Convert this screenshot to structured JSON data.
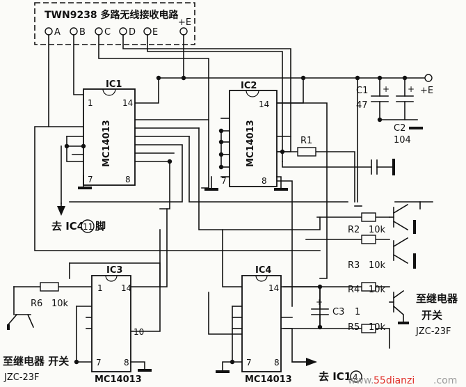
{
  "module": {
    "title": "TWN9238 多路无线接收电路",
    "pins": [
      "A",
      "B",
      "C",
      "D",
      "E"
    ],
    "supply_pin": "+E"
  },
  "chips": [
    {
      "ref": "IC1",
      "part": "MC14013",
      "pins": [
        "1",
        "14",
        "7",
        "8"
      ]
    },
    {
      "ref": "IC2",
      "part": "MC14013",
      "pins": [
        "14",
        "7",
        "8"
      ]
    },
    {
      "ref": "IC3",
      "part": "MC14013",
      "pins": [
        "1",
        "14",
        "10",
        "7",
        "8"
      ]
    },
    {
      "ref": "IC4",
      "part": "MC14013",
      "pins": [
        "14",
        "7",
        "8"
      ]
    }
  ],
  "components": {
    "c1": {
      "ref": "C1",
      "value": "47"
    },
    "c2": {
      "ref": "C2",
      "value": "104"
    },
    "c3": {
      "ref": "C3",
      "value": "1"
    },
    "r1": {
      "ref": "R1"
    },
    "r2": {
      "ref": "R2",
      "value": "10k"
    },
    "r3": {
      "ref": "R3",
      "value": "10k"
    },
    "r4": {
      "ref": "R4",
      "value": "10k"
    },
    "r5": {
      "ref": "R5",
      "value": "10k"
    },
    "r6": {
      "ref": "R6",
      "value": "10k"
    }
  },
  "labels": {
    "supply": "+E",
    "to_ic4": "去 IC4",
    "to_ic4_pin": "11",
    "to_ic4_suffix": "脚",
    "to_ic1": "去 IC1",
    "to_ic1_pin": "4",
    "relay_right": [
      "至继电器",
      "开关",
      "JZC-23F"
    ],
    "relay_left": [
      "至继电器 开关",
      "JZC-23F"
    ]
  },
  "watermark": {
    "prefix": "www.",
    "site": "55dianzi",
    "suffix": ".com"
  },
  "colors": {
    "ink": "#111111",
    "paper": "#fbfbf8",
    "watermark_red": "#e0302a"
  }
}
